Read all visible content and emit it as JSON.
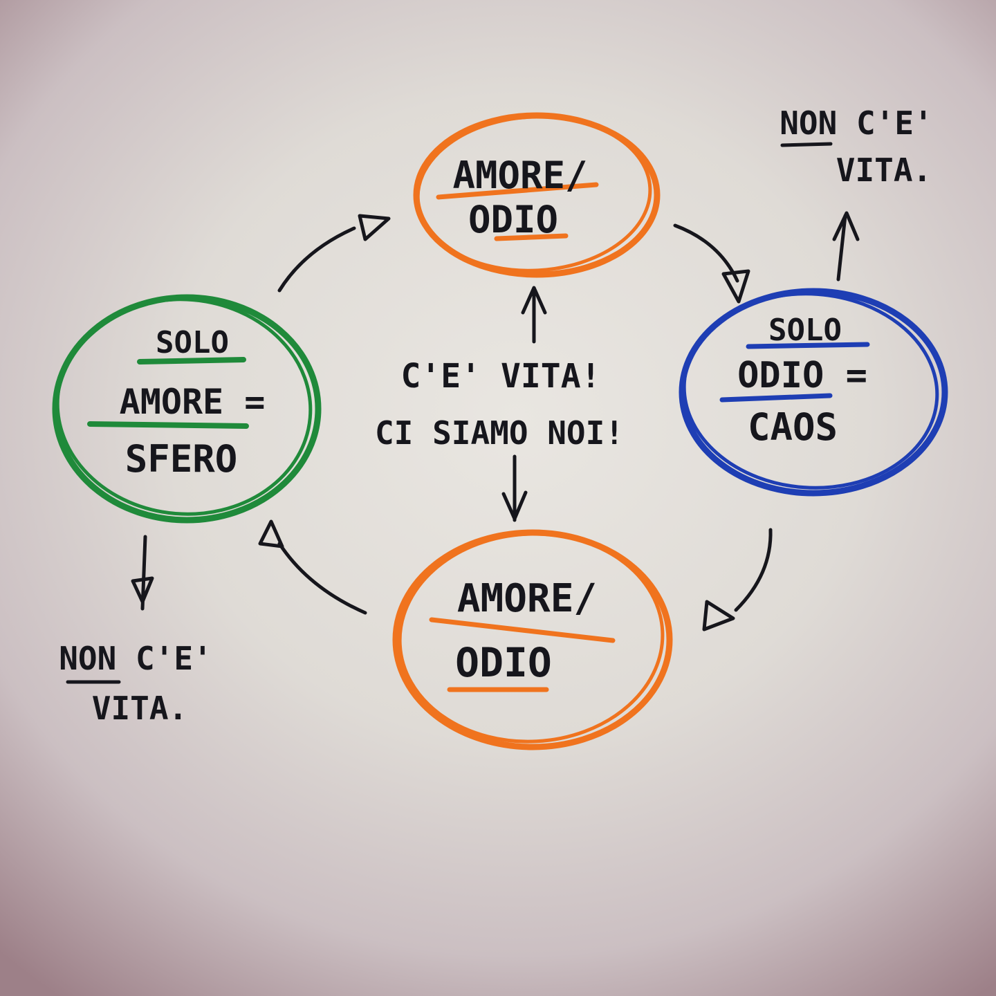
{
  "diagram": {
    "nodes": [
      {
        "id": "top",
        "lines": [
          "AMORE/",
          "ODIO"
        ],
        "color": "#f0731e"
      },
      {
        "id": "right",
        "lines": [
          "SOLO",
          "ODIO =",
          "CAOS"
        ],
        "color": "#1e3eb4"
      },
      {
        "id": "bottom",
        "lines": [
          "AMORE/",
          "ODIO"
        ],
        "color": "#f0731e"
      },
      {
        "id": "left",
        "lines": [
          "SOLO",
          "AMORE =",
          "SFERO"
        ],
        "color": "#1f8a3a"
      }
    ],
    "center_lines": [
      "C'E' VITA!",
      "CI SIAMO NOI!"
    ],
    "corner_notes": {
      "top_right": [
        "NON C'E'",
        "VITA."
      ],
      "bottom_left": [
        "NON C'E'",
        "VITA."
      ]
    }
  }
}
